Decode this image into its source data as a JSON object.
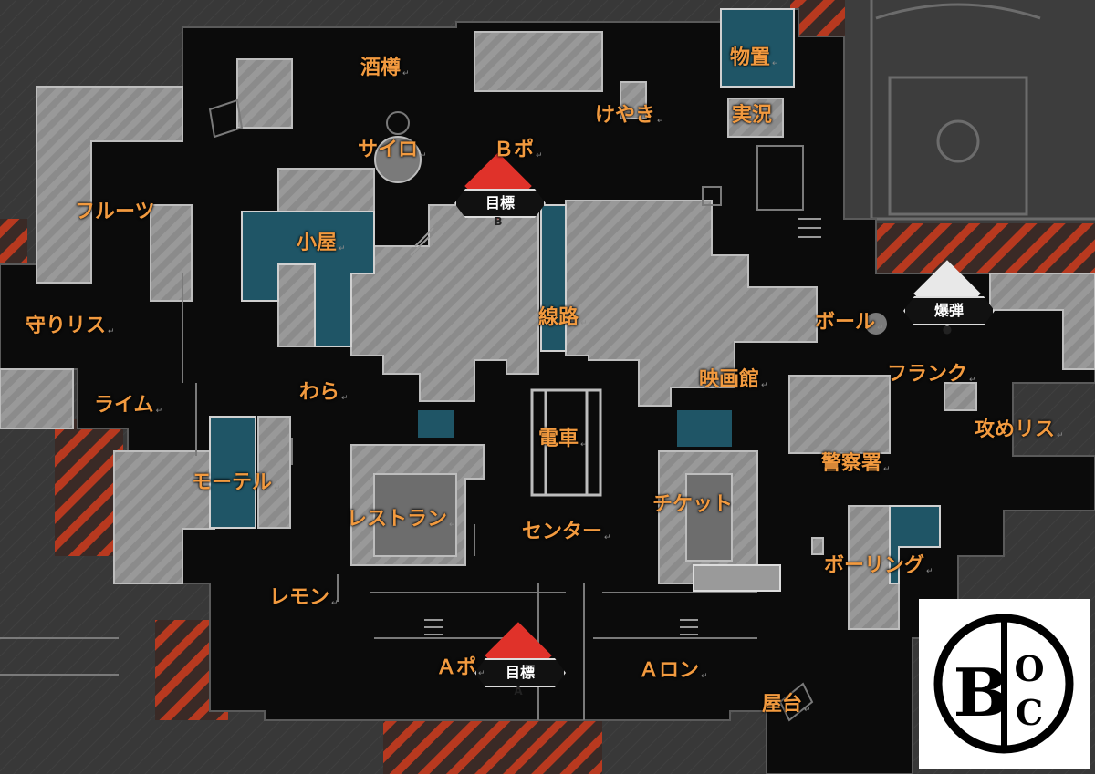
{
  "callouts": [
    {
      "id": "sakadaru",
      "label": "酒樽"
    },
    {
      "id": "monooki",
      "label": "物置"
    },
    {
      "id": "jikkyo",
      "label": "実況"
    },
    {
      "id": "keyaki",
      "label": "けやき"
    },
    {
      "id": "sairo",
      "label": "サイロ"
    },
    {
      "id": "bpo",
      "label": "Ｂポ"
    },
    {
      "id": "fruits",
      "label": "フルーツ"
    },
    {
      "id": "koya",
      "label": "小屋"
    },
    {
      "id": "senro",
      "label": "線路"
    },
    {
      "id": "ball",
      "label": "ボール"
    },
    {
      "id": "mamori",
      "label": "守りリス"
    },
    {
      "id": "wara",
      "label": "わら"
    },
    {
      "id": "eigakan",
      "label": "映画館"
    },
    {
      "id": "flank",
      "label": "フランク"
    },
    {
      "id": "lime",
      "label": "ライム"
    },
    {
      "id": "densha",
      "label": "電車"
    },
    {
      "id": "semeri",
      "label": "攻めリス"
    },
    {
      "id": "motel",
      "label": "モーテル"
    },
    {
      "id": "keisatsu",
      "label": "警察署"
    },
    {
      "id": "restaurant",
      "label": "レストラン"
    },
    {
      "id": "ticket",
      "label": "チケット"
    },
    {
      "id": "center",
      "label": "センター"
    },
    {
      "id": "bowling",
      "label": "ボーリング"
    },
    {
      "id": "lemon",
      "label": "レモン"
    },
    {
      "id": "apo",
      "label": "Ａポ"
    },
    {
      "id": "aron",
      "label": "Ａロン"
    },
    {
      "id": "yatai",
      "label": "屋台"
    }
  ],
  "markers": {
    "objective_b": {
      "label": "目標",
      "tag": "B",
      "color": "#e0322a"
    },
    "objective_a": {
      "label": "目標",
      "tag": "A",
      "color": "#e0322a"
    },
    "bomb": {
      "label": "爆弾",
      "color": "#e8e8e8"
    }
  },
  "logo": {
    "letters": [
      "B",
      "O",
      "C"
    ]
  },
  "colors": {
    "callout": "#f29a3f",
    "floor": "#0b0b0b",
    "building": "#8e8e8e",
    "teal": "#1f5566",
    "hazard": "#b8391f"
  }
}
